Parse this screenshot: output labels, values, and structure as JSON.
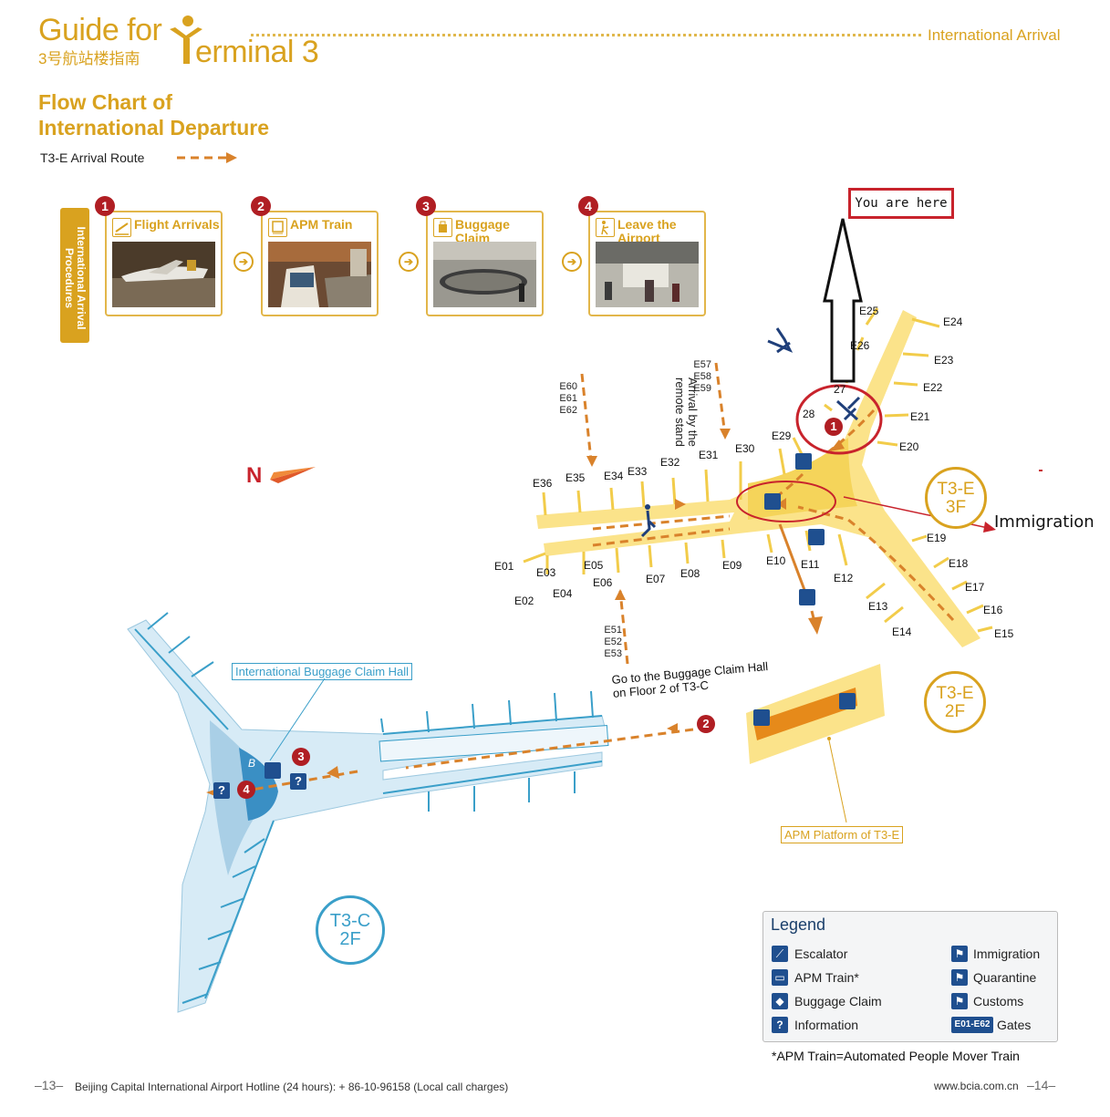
{
  "header": {
    "guide_for": "Guide for",
    "terminal": "erminal 3",
    "chinese": "3号航站楼指南",
    "section": "International Arrival"
  },
  "flow_title": {
    "line1": "Flow Chart of",
    "line2": "International Departure"
  },
  "route_label": "T3-E Arrival Route",
  "side_tab": "International Arrival Procedures",
  "steps": [
    {
      "num": "1",
      "label": "Flight Arrivals",
      "icon": "plane-landing-icon"
    },
    {
      "num": "2",
      "label": "APM Train",
      "icon": "train-icon"
    },
    {
      "num": "3",
      "label": "Buggage Claim",
      "icon": "baggage-icon"
    },
    {
      "num": "4",
      "label": "Leave the Airport",
      "icon": "exit-icon"
    }
  ],
  "you_are_here": "You are here",
  "immigration_annotation": "Immigration",
  "north": "N",
  "remote_stand": "Arrival by the remote stand",
  "gate_groups": {
    "g60": [
      "E60",
      "E61",
      "E62"
    ],
    "g57": [
      "E57",
      "E58",
      "E59"
    ],
    "g51": [
      "E51",
      "E52",
      "E53"
    ]
  },
  "gates": [
    "E01",
    "E02",
    "E03",
    "E04",
    "E05",
    "E06",
    "E07",
    "E08",
    "E09",
    "E10",
    "E11",
    "E12",
    "E13",
    "E14",
    "E15",
    "E16",
    "E17",
    "E18",
    "E19",
    "E20",
    "E21",
    "E22",
    "E23",
    "E24",
    "E25",
    "E26",
    "27",
    "28",
    "E29",
    "E30",
    "E31",
    "E32",
    "E33",
    "E34",
    "E35",
    "E36"
  ],
  "terminals": {
    "t3e3f": {
      "a": "T3-E",
      "b": "3F"
    },
    "t3e2f": {
      "a": "T3-E",
      "b": "2F"
    },
    "t3c2f": {
      "a": "T3-C",
      "b": "2F"
    }
  },
  "labels": {
    "intl_claim_hall": "International Buggage Claim Hall",
    "go_to_claim_1": "Go to the Buggage Claim Hall",
    "go_to_claim_2": "on Floor 2 of T3-C",
    "apm_platform": "APM Platform of T3-E",
    "b_mark": "B"
  },
  "map_markers": [
    "1",
    "2",
    "3",
    "4"
  ],
  "legend": {
    "title": "Legend",
    "left": [
      {
        "icon": "escalator-icon",
        "label": "Escalator"
      },
      {
        "icon": "apm-train-icon",
        "label": "APM Train*"
      },
      {
        "icon": "baggage-claim-icon",
        "label": "Buggage Claim"
      },
      {
        "icon": "information-icon",
        "label": "Information"
      }
    ],
    "right": [
      {
        "icon": "immigration-icon",
        "label": "Immigration"
      },
      {
        "icon": "quarantine-icon",
        "label": "Quarantine"
      },
      {
        "icon": "customs-icon",
        "label": "Customs"
      },
      {
        "icon": "gates-icon",
        "label": "Gates",
        "badge": "E01-E62"
      }
    ],
    "note": "*APM Train=Automated People Mover Train"
  },
  "footer": {
    "left_page": "–13–",
    "hotline": "Beijing Capital International Airport Hotline (24 hours): + 86-10-96158 (Local call charges)",
    "url": "www.bcia.com.cn",
    "right_page": "–14–"
  },
  "colors": {
    "gold": "#d9a21f",
    "route": "#d9822b",
    "pier": "#fbe38a",
    "blue": "#3a9fc9",
    "annotation_red": "#c8232c"
  }
}
